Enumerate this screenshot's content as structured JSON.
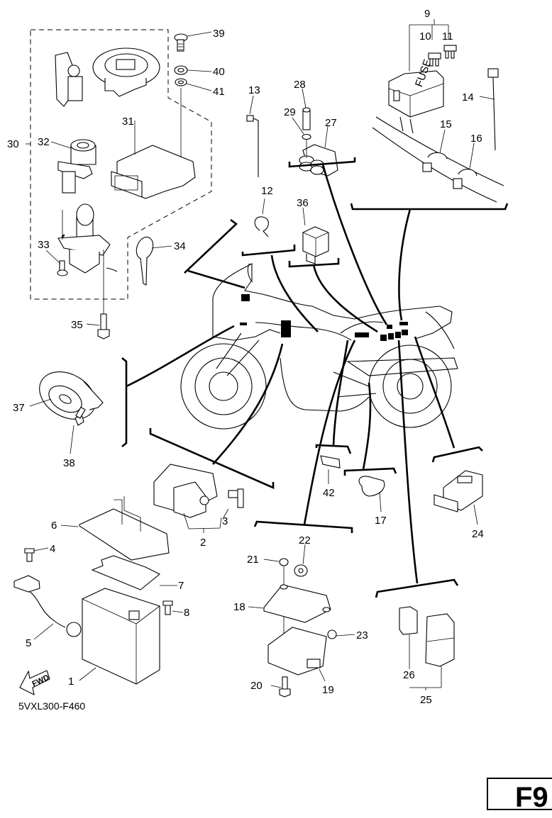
{
  "diagram": {
    "title": "Electrical parts exploded view",
    "diagram_code": "5VXL300-F460",
    "page_label": "F9",
    "direction_arrow": "FWD",
    "fuse_box_text": "FUSE",
    "callouts": {
      "p1": "1",
      "p2": "2",
      "p3": "3",
      "p4": "4",
      "p5": "5",
      "p6": "6",
      "p7": "7",
      "p8": "8",
      "p9": "9",
      "p10": "10",
      "p11": "11",
      "p12": "12",
      "p13": "13",
      "p14": "14",
      "p15": "15",
      "p16": "16",
      "p17": "17",
      "p18": "18",
      "p19": "19",
      "p20": "20",
      "p21": "21",
      "p22": "22",
      "p23": "23",
      "p24": "24",
      "p25": "25",
      "p26": "26",
      "p27": "27",
      "p28": "28",
      "p29": "29",
      "p30": "30",
      "p31": "31",
      "p32": "32",
      "p33": "33",
      "p34": "34",
      "p35": "35",
      "p36": "36",
      "p37": "37",
      "p38": "38",
      "p39": "39",
      "p40": "40",
      "p41": "41",
      "p42": "42"
    }
  }
}
